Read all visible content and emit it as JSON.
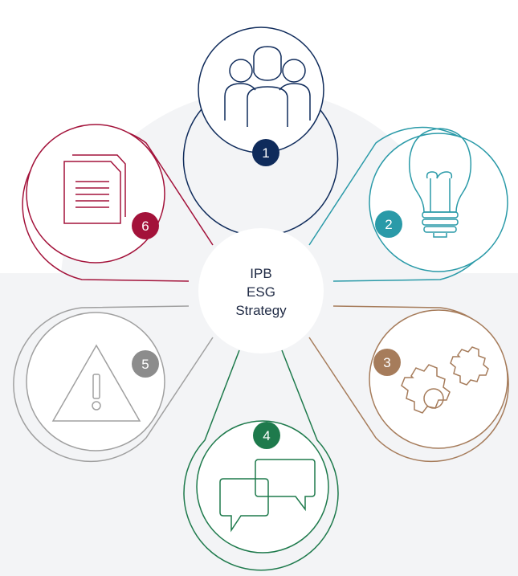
{
  "center": {
    "line1": "IPB",
    "line2": "ESG",
    "line3": "Strategy"
  },
  "petals": [
    {
      "number": "1",
      "icon": "people-icon",
      "color": "#0f2b5b"
    },
    {
      "number": "2",
      "icon": "lightbulb-icon",
      "color": "#2a9aa8"
    },
    {
      "number": "3",
      "icon": "gears-icon",
      "color": "#a67c5b"
    },
    {
      "number": "4",
      "icon": "chat-bubbles-icon",
      "color": "#1e7a4c"
    },
    {
      "number": "5",
      "icon": "warning-icon",
      "color": "#8c8c8c"
    },
    {
      "number": "6",
      "icon": "documents-icon",
      "color": "#a3123a"
    }
  ],
  "colors": {
    "background_fill": "#f3f4f6",
    "page": "#ffffff"
  }
}
